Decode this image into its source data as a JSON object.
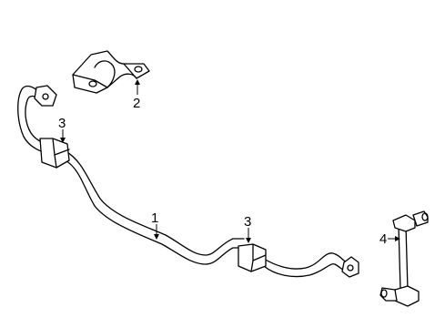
{
  "diagram": {
    "callouts": [
      {
        "id": "stabilizer-bar",
        "label": "1"
      },
      {
        "id": "bracket",
        "label": "2"
      },
      {
        "id": "bushing-left",
        "label": "3"
      },
      {
        "id": "bushing-right",
        "label": "3"
      },
      {
        "id": "stabilizer-link",
        "label": "4"
      }
    ]
  },
  "colors": {
    "line": "#000000",
    "background": "#ffffff"
  }
}
